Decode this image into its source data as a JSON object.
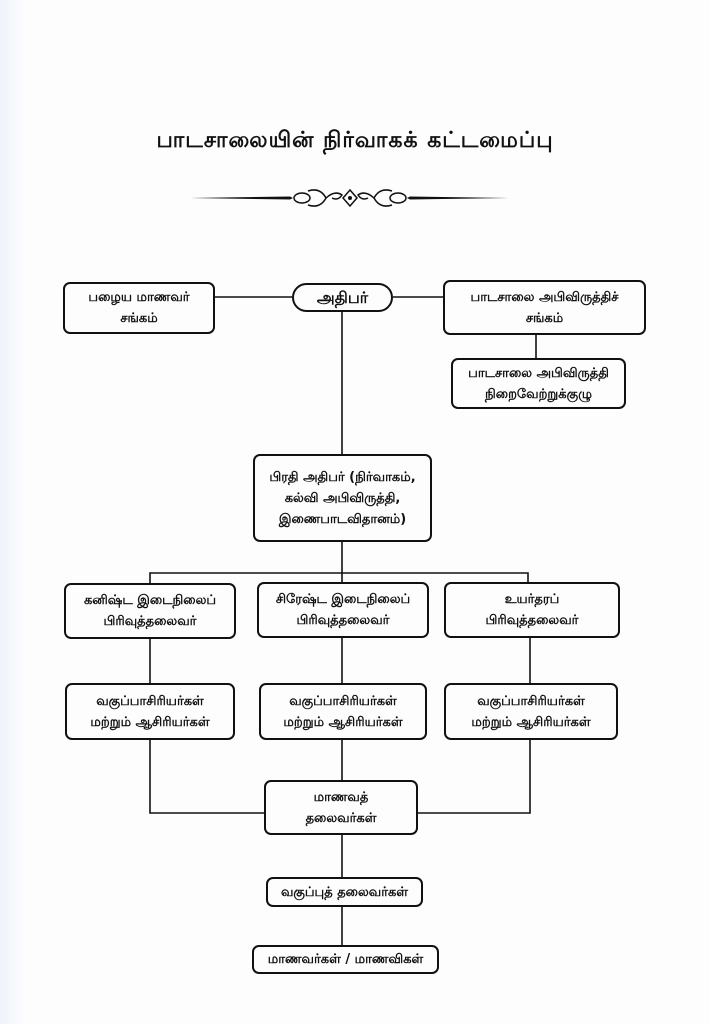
{
  "page": {
    "title": "பாடசாலையின் நிர்வாகக் கட்டமைப்பு",
    "ornament": "decorative-divider"
  },
  "chart": {
    "root": {
      "lines": [
        "அதிபர்"
      ]
    },
    "old_students": {
      "lines": [
        "பழைய மாணவர்",
        "சங்கம்"
      ]
    },
    "sdc": {
      "lines": [
        "பாடசாலை அபிவிருத்திச்",
        "சங்கம்"
      ]
    },
    "sdc_exec": {
      "lines": [
        "பாடசாலை அபிவிருத்தி",
        "நிறைவேற்றுக்குழு"
      ]
    },
    "deputy": {
      "lines": [
        "பிரதி அதிபர் (நிர்வாகம்,",
        "கல்வி அபிவிருத்தி,",
        "இணைபாடவிதானம்)"
      ]
    },
    "sections": [
      {
        "lines": [
          "கனிஷ்ட இடைநிலைப்",
          "பிரிவுத்தலைவர்"
        ]
      },
      {
        "lines": [
          "சிரேஷ்ட இடைநிலைப்",
          "பிரிவுத்தலைவர்"
        ]
      },
      {
        "lines": [
          "உயர்தரப்",
          "பிரிவுத்தலைவர்"
        ]
      }
    ],
    "teachers": [
      {
        "lines": [
          "வகுப்பாசிரியர்கள்",
          "மற்றும் ஆசிரியர்கள்"
        ]
      },
      {
        "lines": [
          "வகுப்பாசிரியர்கள்",
          "மற்றும் ஆசிரியர்கள்"
        ]
      },
      {
        "lines": [
          "வகுப்பாசிரியர்கள்",
          "மற்றும் ஆசிரியர்கள்"
        ]
      }
    ],
    "prefects": {
      "lines": [
        "மாணவத்",
        "தலைவர்கள்"
      ]
    },
    "class_leaders": {
      "lines": [
        "வகுப்புத் தலைவர்கள்"
      ]
    },
    "students": {
      "lines": [
        "மாணவர்கள் / மாணவிகள்"
      ]
    }
  }
}
